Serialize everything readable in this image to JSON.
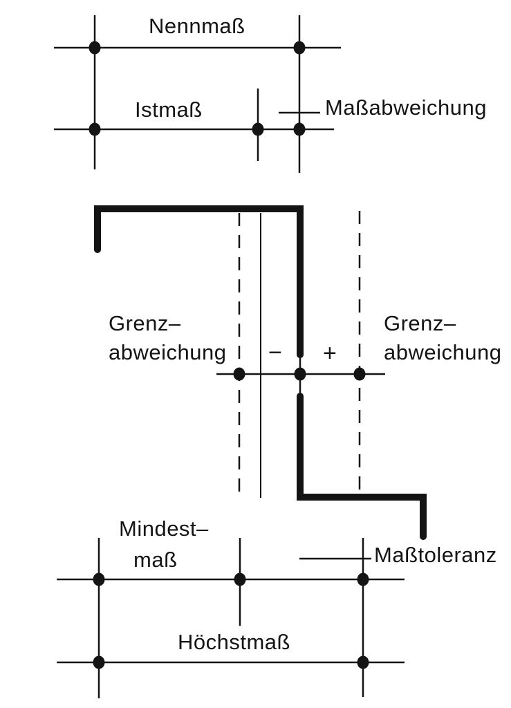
{
  "diagram_type": "tolerance-terminology-diagram",
  "labels": {
    "nennmass": "Nennmaß",
    "istmass": "Istmaß",
    "massabweichung": "Maßabweichung",
    "grenzabweichung_left": {
      "line1": "Grenz–",
      "line2": "abweichung"
    },
    "grenzabweichung_right": {
      "line1": "Grenz–",
      "line2": "abweichung"
    },
    "minus": "−",
    "plus": "+",
    "mindestmass": {
      "line1": "Mindest–",
      "line2": "maß"
    },
    "masstoleranz": "Maßtoleranz",
    "hoechstmass": "Höchstmaß"
  },
  "colors": {
    "ink": "#141414",
    "background": "#ffffff"
  }
}
